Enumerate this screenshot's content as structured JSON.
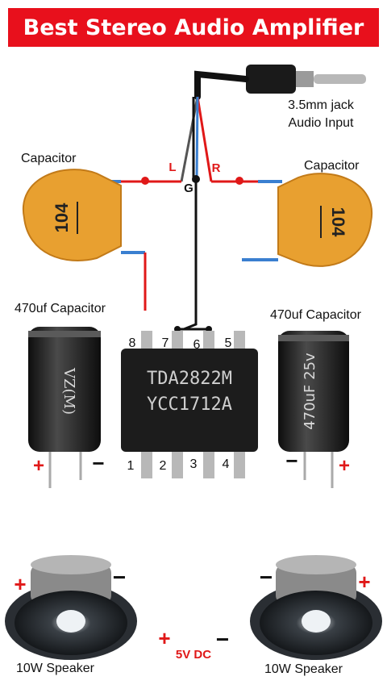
{
  "title": "Best Stereo Audio Amplifier",
  "jack": {
    "line1": "3.5mm jack",
    "line2": "Audio Input"
  },
  "wires": {
    "left": "L",
    "right": "R",
    "ground": "G"
  },
  "capacitors": {
    "left_label": "Capacitor",
    "right_label": "Capacitor",
    "marking": "104"
  },
  "electrolytic": {
    "left_label": "470uf Capacitor",
    "right_label": "470uf Capacitor",
    "left_body_text": "VZ(M)",
    "right_body_text": "470uF 25v"
  },
  "chip": {
    "line1": "TDA2822M",
    "line2": "YCC1712A",
    "pins_top": [
      "8",
      "7",
      "6",
      "5"
    ],
    "pins_bottom": [
      "1",
      "2",
      "3",
      "4"
    ]
  },
  "speakers": {
    "left_label": "10W Speaker",
    "right_label": "10W Speaker"
  },
  "power": {
    "label": "5V DC",
    "plus": "+",
    "minus": "−"
  },
  "polarity": {
    "plus": "+",
    "minus": "−"
  },
  "colors": {
    "banner": "#e8101c",
    "ceramic": "#e8a030",
    "wire_red": "#e01818",
    "wire_blue": "#3a7fd0"
  }
}
